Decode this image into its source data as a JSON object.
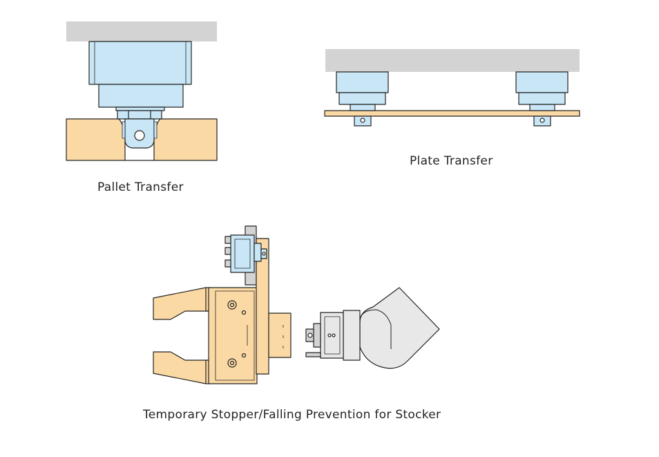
{
  "captions": {
    "pallet": "Pallet Transfer",
    "plate": "Plate Transfer",
    "stocker": "Temporary Stopper/Falling Prevention for Stocker"
  },
  "colors": {
    "blue": "#c8e6f6",
    "wood": "#fbd9a4",
    "gray": "#d3d3d3",
    "outline": "#222222"
  }
}
